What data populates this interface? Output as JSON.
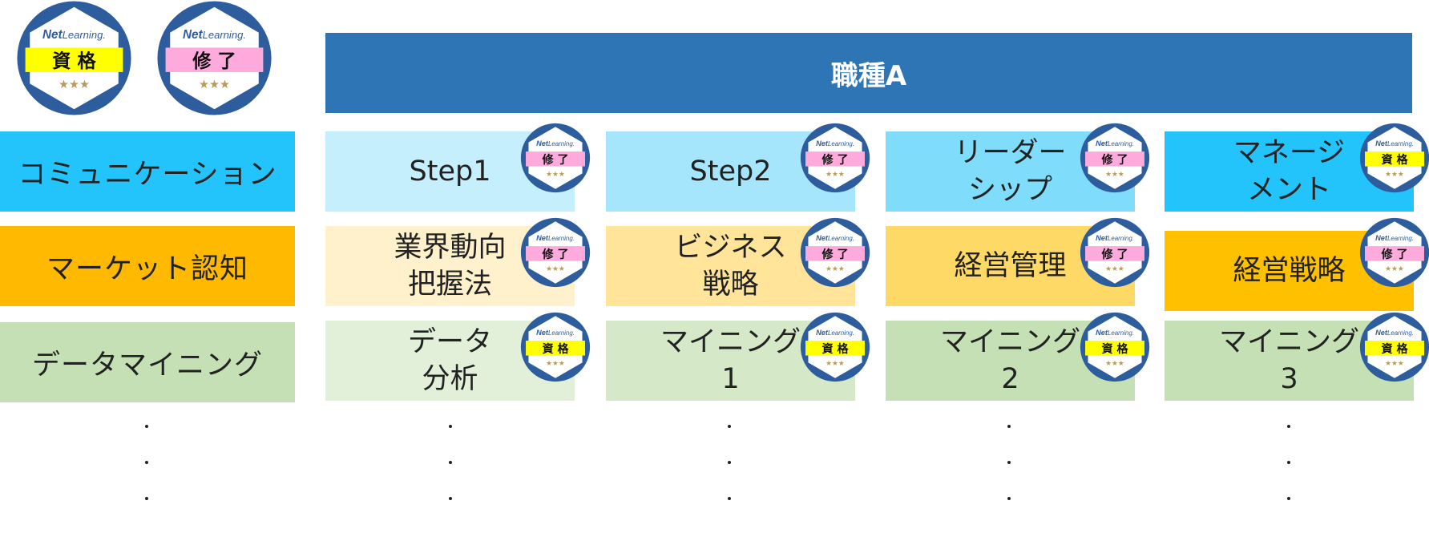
{
  "legend": [
    {
      "brand": "Net Learning.",
      "label": "資 格",
      "color": "#ffff00"
    },
    {
      "brand": "Net Learning.",
      "label": "修 了",
      "color": "#ffaadd"
    }
  ],
  "header": {
    "title": "職種A"
  },
  "colors": {
    "header": "#2e75b6",
    "badge_ring": "#2e5d9e",
    "stars": "#b89a5a"
  },
  "rows": [
    {
      "label": "コミュニケーション",
      "label_color": "#22c4fb",
      "cells": [
        {
          "text": "Step1",
          "badge": "修 了",
          "badge_color": "#ffaadd",
          "bg": "#c5effd"
        },
        {
          "text": "Step2",
          "badge": "修 了",
          "badge_color": "#ffaadd",
          "bg": "#a6e6fc"
        },
        {
          "text": "リーダー\nシップ",
          "badge": "修 了",
          "badge_color": "#ffaadd",
          "bg": "#7fdcfb"
        },
        {
          "text": "マネージ\nメント",
          "badge": "資 格",
          "badge_color": "#ffff00",
          "bg": "#22c4fb"
        }
      ]
    },
    {
      "label": "マーケット認知",
      "label_color": "#ffb900",
      "cells": [
        {
          "text": "業界動向\n把握法",
          "badge": "修 了",
          "badge_color": "#ffaadd",
          "bg": "#fff1cc"
        },
        {
          "text": "ビジネス\n戦略",
          "badge": "修 了",
          "badge_color": "#ffaadd",
          "bg": "#ffe49a"
        },
        {
          "text": "経営管理",
          "badge": "修 了",
          "badge_color": "#ffaadd",
          "bg": "#ffd966"
        },
        {
          "text": "経営戦略",
          "badge": "修 了",
          "badge_color": "#ffaadd",
          "bg": "#ffc000"
        }
      ]
    },
    {
      "label": "データマイニング",
      "label_color": "#c5e0b4",
      "cells": [
        {
          "text": "データ\n分析",
          "badge": "資 格",
          "badge_color": "#ffff00",
          "bg": "#e2f0d9"
        },
        {
          "text": "マイニング\n1",
          "badge": "資 格",
          "badge_color": "#ffff00",
          "bg": "#d5e8c8"
        },
        {
          "text": "マイニング\n2",
          "badge": "資 格",
          "badge_color": "#ffff00",
          "bg": "#c5e0b4"
        },
        {
          "text": "マイニング\n3",
          "badge": "資 格",
          "badge_color": "#ffff00",
          "bg": "#c5e0b4"
        }
      ]
    }
  ],
  "ellipsis": "・"
}
